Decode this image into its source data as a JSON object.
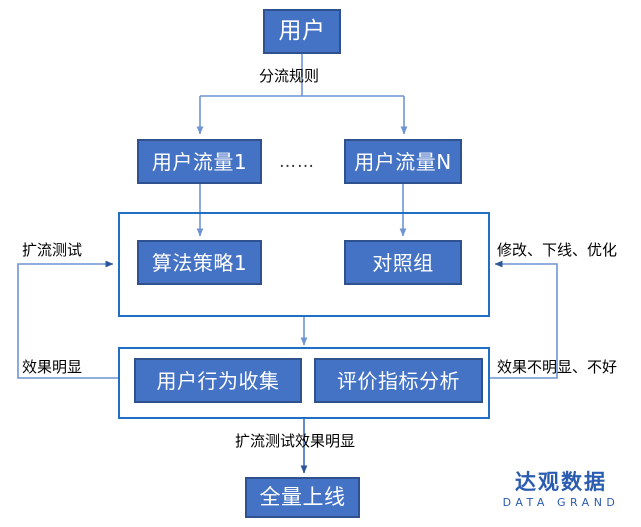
{
  "diagram": {
    "title": "A/B 测试流程图",
    "colors": {
      "node_fill": "#4472c4",
      "node_border": "#2f528f",
      "group_border": "#1f6fc4",
      "edge": "#6f94d2",
      "edge_dark": "#2f5597",
      "text_on_node": "#ffffff",
      "label_text": "#000000",
      "logo": "#2a5cb0",
      "background": "#ffffff"
    },
    "nodes": {
      "user": "用户",
      "traffic_1": "用户流量1",
      "traffic_n": "用户流量N",
      "algorithm_1": "算法策略1",
      "control_group": "对照组",
      "behavior_collection": "用户行为收集",
      "metrics_analysis": "评价指标分析",
      "full_launch": "全量上线"
    },
    "ellipsis": "……",
    "edge_labels": {
      "split_rule": "分流规则",
      "expand_test": "扩流测试",
      "effect_obvious": "效果明显",
      "modify_offline_optimize": "修改、下线、优化",
      "effect_not_obvious": "效果不明显、不好",
      "expand_test_effective": "扩流测试效果明显"
    },
    "groups": {
      "experiment": "实验组容器",
      "analysis": "分析容器"
    },
    "logo": {
      "cn": "达观数据",
      "en": "DATA GRAND"
    }
  }
}
